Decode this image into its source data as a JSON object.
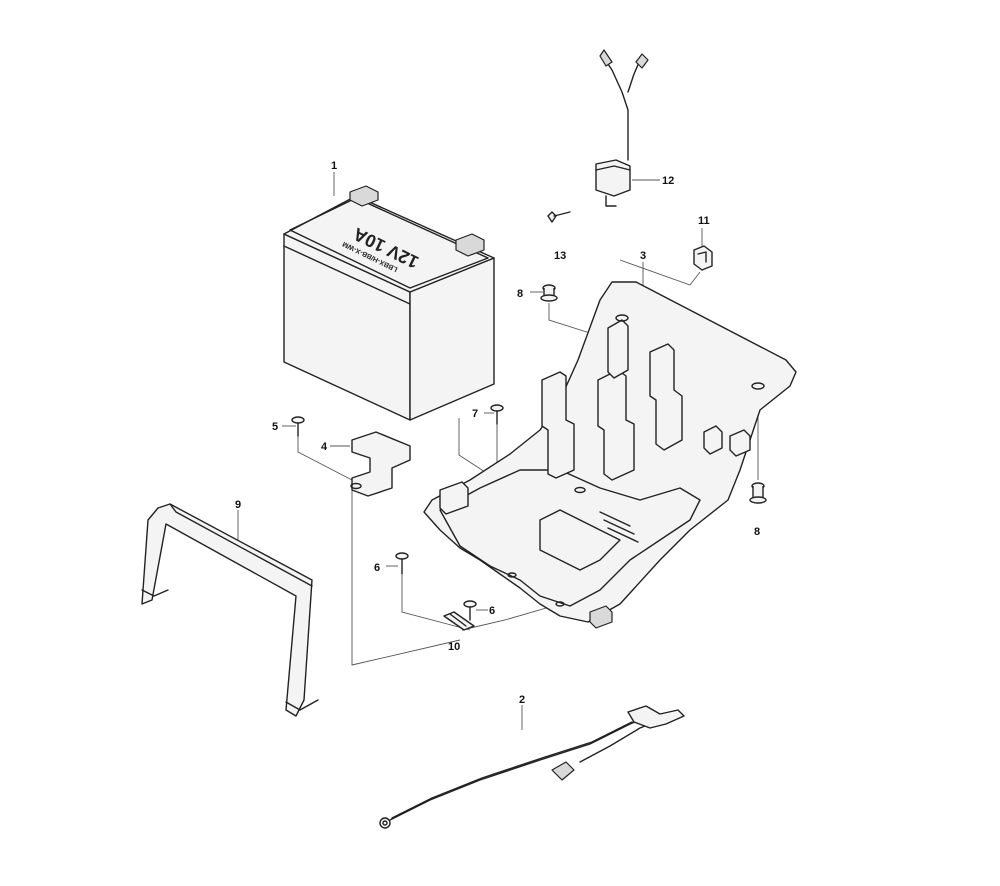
{
  "battery": {
    "rating_text": "12V 10A",
    "model_text": "LBBX-H/BB-X-WM"
  },
  "callouts": [
    {
      "id": "c1",
      "label": "1"
    },
    {
      "id": "c2",
      "label": "2"
    },
    {
      "id": "c3",
      "label": "3"
    },
    {
      "id": "c4",
      "label": "4"
    },
    {
      "id": "c5",
      "label": "5"
    },
    {
      "id": "c6a",
      "label": "6"
    },
    {
      "id": "c6b",
      "label": "6"
    },
    {
      "id": "c7",
      "label": "7"
    },
    {
      "id": "c8a",
      "label": "8"
    },
    {
      "id": "c8b",
      "label": "8"
    },
    {
      "id": "c9",
      "label": "9"
    },
    {
      "id": "c10",
      "label": "10"
    },
    {
      "id": "c11",
      "label": "11"
    },
    {
      "id": "c12",
      "label": "12"
    },
    {
      "id": "c13",
      "label": "13"
    }
  ]
}
